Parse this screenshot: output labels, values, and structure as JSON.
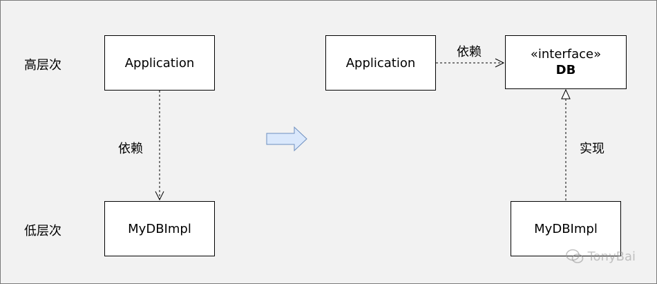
{
  "left": {
    "high_label": "高层次",
    "low_label": "低层次",
    "top_box": "Application",
    "bottom_box": "MyDBImpl",
    "dep_label": "依赖"
  },
  "right": {
    "app_box": "Application",
    "dep_label": "依赖",
    "interface_stereotype": "«interface»",
    "interface_name": "DB",
    "impl_label": "实现",
    "impl_box": "MyDBImpl"
  },
  "watermark": "TonyBai",
  "colors": {
    "arrow_fill": "#dae8fc",
    "arrow_stroke": "#6c8ebf"
  }
}
